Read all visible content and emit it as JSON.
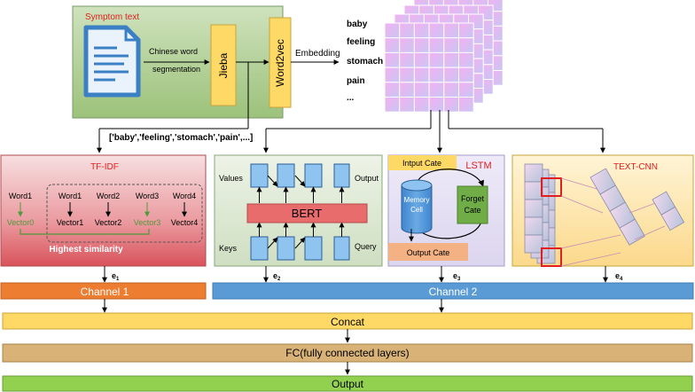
{
  "symptom": {
    "title": "Symptom text",
    "seg_line1": "Chinese word",
    "seg_line2": "segmentation",
    "jieba": "Jieba",
    "word2vec": "Word2vec",
    "embedding": "Embedding",
    "words": [
      "baby",
      "feeling",
      "stomach",
      "pain",
      "..."
    ],
    "token_list": "['baby','feeling','stomach','pain',...]"
  },
  "tfidf": {
    "title": "TF-IDF",
    "left_word": "Word1",
    "left_vector": "Vector0",
    "words": [
      "Word1",
      "Word2",
      "Word3",
      "Word4"
    ],
    "vectors": [
      "Vector1",
      "Vector2",
      "Vector3",
      "Vector4"
    ],
    "note": "Highest similarity"
  },
  "bert": {
    "title": "BERT",
    "values": "Values",
    "keys": "Keys",
    "output": "Output",
    "query": "Query"
  },
  "lstm": {
    "title": "LSTM",
    "input_gate": "Intput Cate",
    "memory_line1": "Memory",
    "memory_line2": "Cell",
    "forget_line1": "Forget",
    "forget_line2": "Cate",
    "output_gate": "Output Cate"
  },
  "textcnn": {
    "title": "TEXT-CNN"
  },
  "edges": {
    "e1": "e",
    "e2": "e",
    "e3": "e",
    "e4": "e",
    "s1": "1",
    "s2": "2",
    "s3": "3",
    "s4": "4"
  },
  "channels": {
    "channel1": "Channel 1",
    "channel2": "Channel 2"
  },
  "layers": {
    "concat": "Concat",
    "fc": "FC(fully connected layers)",
    "output": "Output"
  },
  "colors": {
    "symptom_bg": "#b5d19a",
    "tfidf_top": "#f3d3d5",
    "tfidf_bottom": "#d9535b",
    "bert_bg": "#e3ecdb",
    "lstm_bg": "#e6e1f4",
    "textcnn_bg": "#fde9b3",
    "channel1": "#ed7d31",
    "channel2": "#5b9bd5",
    "concat": "#ffd966",
    "fc": "#d8b277",
    "output": "#92d050"
  }
}
